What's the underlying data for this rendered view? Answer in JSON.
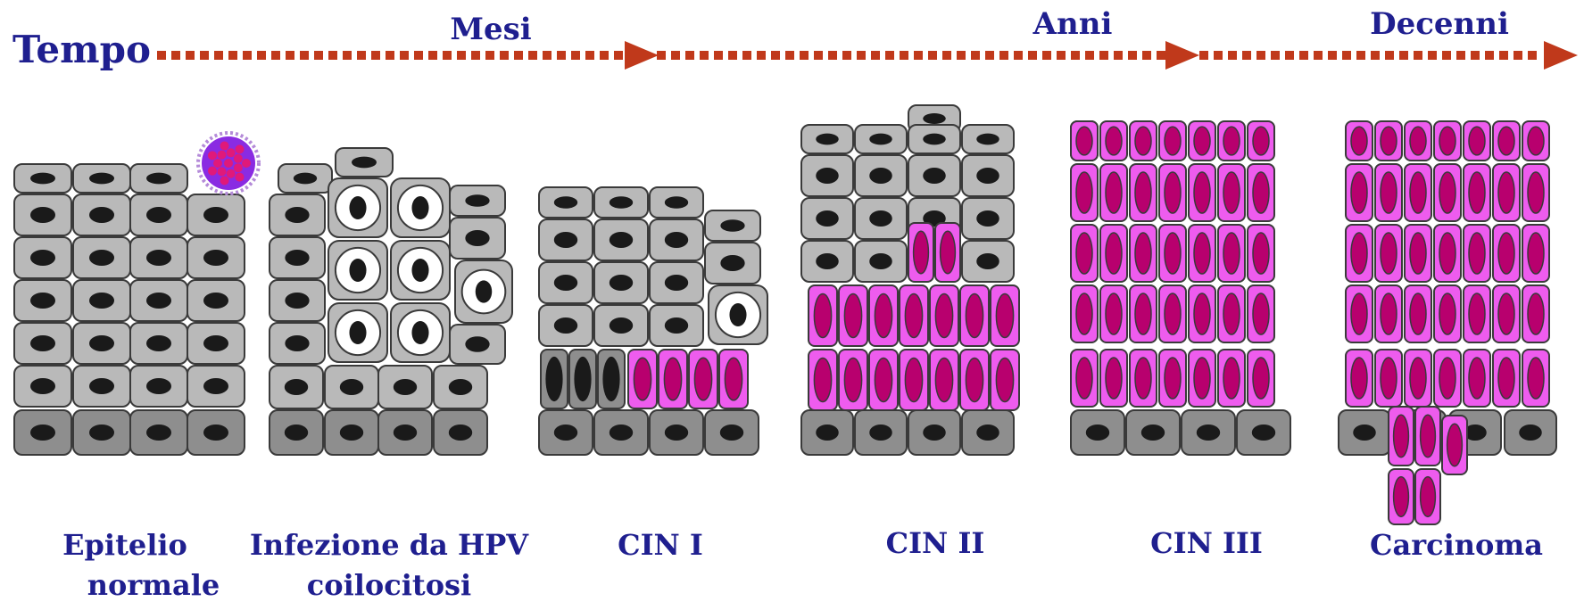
{
  "timeline": {
    "label": "Tempo",
    "periods": [
      "Mesi",
      "Anni",
      "Decenni"
    ]
  },
  "stages": [
    {
      "id": "normal",
      "caption": [
        "Epitelio",
        "normale"
      ]
    },
    {
      "id": "hpv",
      "caption": [
        "Infezione da HPV",
        "coilocitosi"
      ]
    },
    {
      "id": "cin1",
      "caption": [
        "CIN I"
      ]
    },
    {
      "id": "cin2",
      "caption": [
        "CIN II"
      ]
    },
    {
      "id": "cin3",
      "caption": [
        "CIN III"
      ]
    },
    {
      "id": "carcinoma",
      "caption": [
        "Carcinoma"
      ]
    }
  ],
  "colors": {
    "text": "#1f1f8f",
    "arrow": "#c0391b",
    "cell_gray": "#b9b9b9",
    "cell_gray_dark": "#8e8e8e",
    "cell_pink": "#ee5cee",
    "nucleus_pink": "#b8006e",
    "nucleus_dark": "#1a1a1a",
    "virus": "#8a2be2"
  }
}
